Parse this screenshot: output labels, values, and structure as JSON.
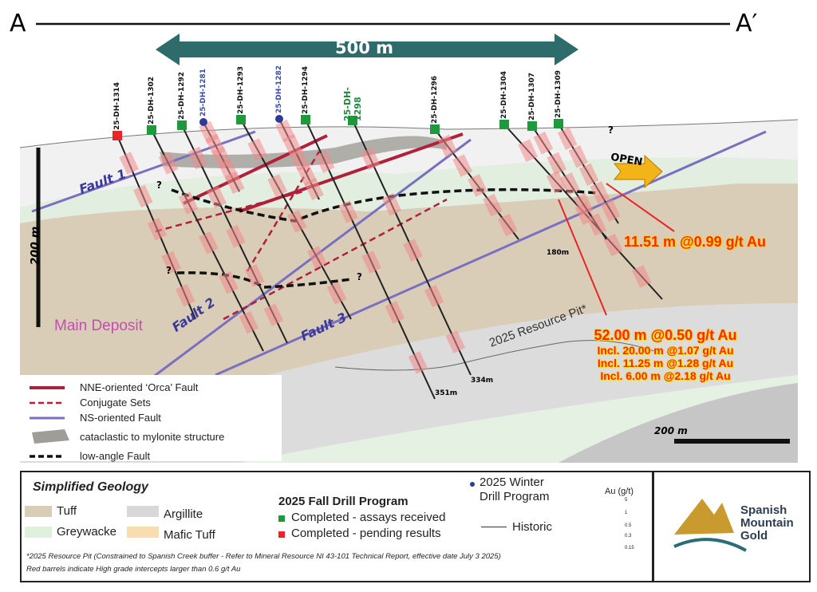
{
  "section": {
    "left_label": "A",
    "right_label": "A′"
  },
  "scale_top": "500 m",
  "scale_vertical": "200 m",
  "scale_bottom": "200 m",
  "holes": [
    {
      "label": "25-DH-1314",
      "status": "pending"
    },
    {
      "label": "25-DH-1302",
      "status": "completed"
    },
    {
      "label": "25-DH-1292",
      "status": "completed"
    },
    {
      "label": "25-DH-1281",
      "status": "winter"
    },
    {
      "label": "25-DH-1293",
      "status": "completed"
    },
    {
      "label": "25-DH-1282",
      "status": "winter"
    },
    {
      "label": "25-DH-1294",
      "status": "completed"
    },
    {
      "label": "25-DH-1298",
      "status": "completed"
    },
    {
      "label": "25-DH-1296",
      "status": "completed"
    },
    {
      "label": "25-DH-1304",
      "status": "completed"
    },
    {
      "label": "25-DH-1307",
      "status": "completed"
    },
    {
      "label": "25-DH-1309",
      "status": "completed"
    }
  ],
  "annotations": {
    "fault1": "Fault 1",
    "fault2": "Fault 2",
    "fault3": "Fault 3",
    "main_deposit": "Main Deposit",
    "open": "OPEN",
    "resource_pit": "2025 Resource Pit*",
    "depth1": "180m",
    "depth2": "351m",
    "depth3": "334m",
    "q": "?"
  },
  "intercepts": {
    "a": "11.51 m @0.99 g/t Au",
    "b": "52.00 m @0.50 g/t Au",
    "b1": "Incl.  20.00 m @1.07 g/t Au",
    "b2": "Incl. 11.25 m @1.28 g/t Au",
    "b3": "Incl. 6.00 m @2.18 g/t Au"
  },
  "structure_legend": [
    "NNE-oriented ‘Orca’ Fault",
    "Conjugate Sets",
    "NS-oriented Fault",
    "cataclastic to mylonite structure",
    "low-angle Fault"
  ],
  "legend": {
    "geology_title": "Simplified Geology",
    "tuff": "Tuff",
    "argillite": "Argillite",
    "greywacke": "Greywacke",
    "mafic_tuff": "Mafic Tuff",
    "fall_title": "2025 Fall Drill Program",
    "completed": "Completed - assays received",
    "pending": "Completed - pending results",
    "winter": "2025 Winter Drill Program",
    "historic": "Historic",
    "au_title": "Au (g/t)",
    "au_ticks": [
      "5",
      "1",
      "0.5",
      "0.3",
      "0.15"
    ],
    "note1": "*2025 Resource Pit (Constrained to Spanish Creek buffer - Refer to Mineral Resource NI 43-101 Technical Report, effective date July 3 2025)",
    "note2": "Red barrels indicate High grade intercepts larger than 0.6 g/t Au"
  },
  "logo": {
    "line1": "Spanish",
    "line2": "Mountain",
    "line3": "Gold"
  },
  "colors": {
    "teal": "#2e6b6b",
    "completed": "#1e9a3c",
    "pending": "#e8262a",
    "winter": "#2d3a9a",
    "orca": "#b0203a",
    "ns": "#7a6fc0"
  }
}
